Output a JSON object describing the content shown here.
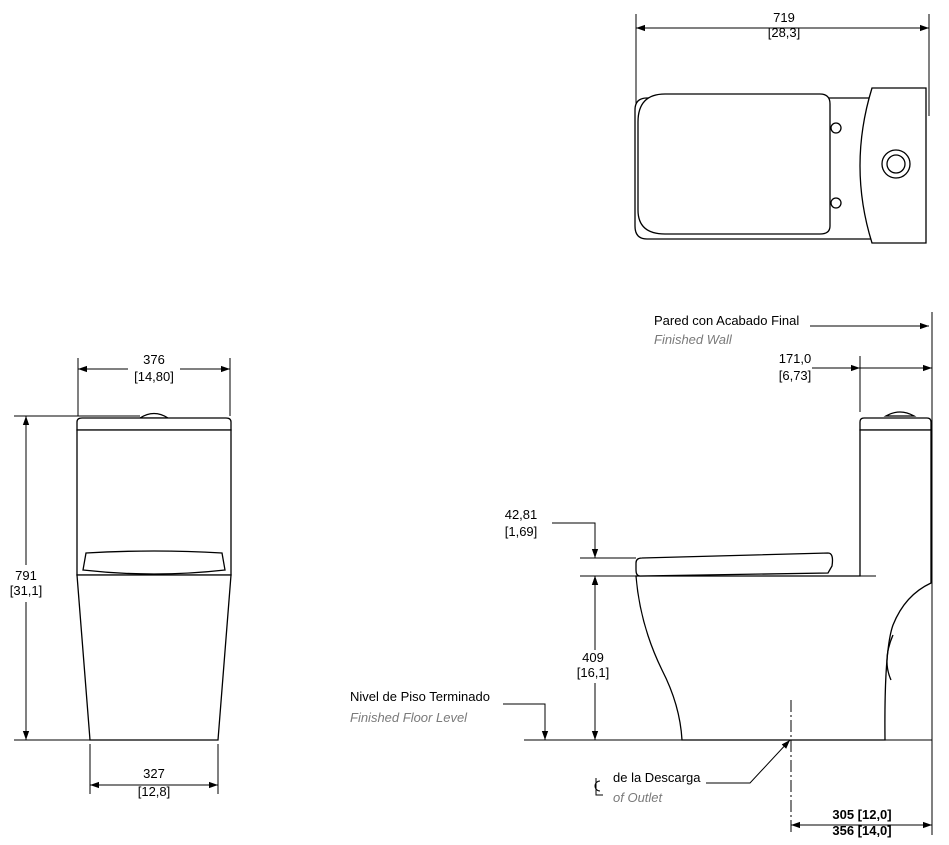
{
  "top_view": {
    "width_mm": "719",
    "width_in": "[28,3]"
  },
  "front_view": {
    "top_width_mm": "376",
    "top_width_in": "[14,80]",
    "height_mm": "791",
    "height_in": "[31,1]",
    "base_width_mm": "327",
    "base_width_in": "[12,8]"
  },
  "side_view": {
    "wall_label_es": "Pared con Acabado Final",
    "wall_label_en": "Finished Wall",
    "tank_depth_mm": "171,0",
    "tank_depth_in": "[6,73]",
    "seat_thickness_mm": "42,81",
    "seat_thickness_in": "[1,69]",
    "seat_height_mm": "409",
    "seat_height_in": "[16,1]",
    "floor_label_es": "Nivel de Piso Terminado",
    "floor_label_en": "Finished Floor Level",
    "outlet_label_es": "de la Descarga",
    "outlet_label_en": "of Outlet",
    "rough_in_1": "305 [12,0]",
    "rough_in_2": "356 [14,0]"
  }
}
